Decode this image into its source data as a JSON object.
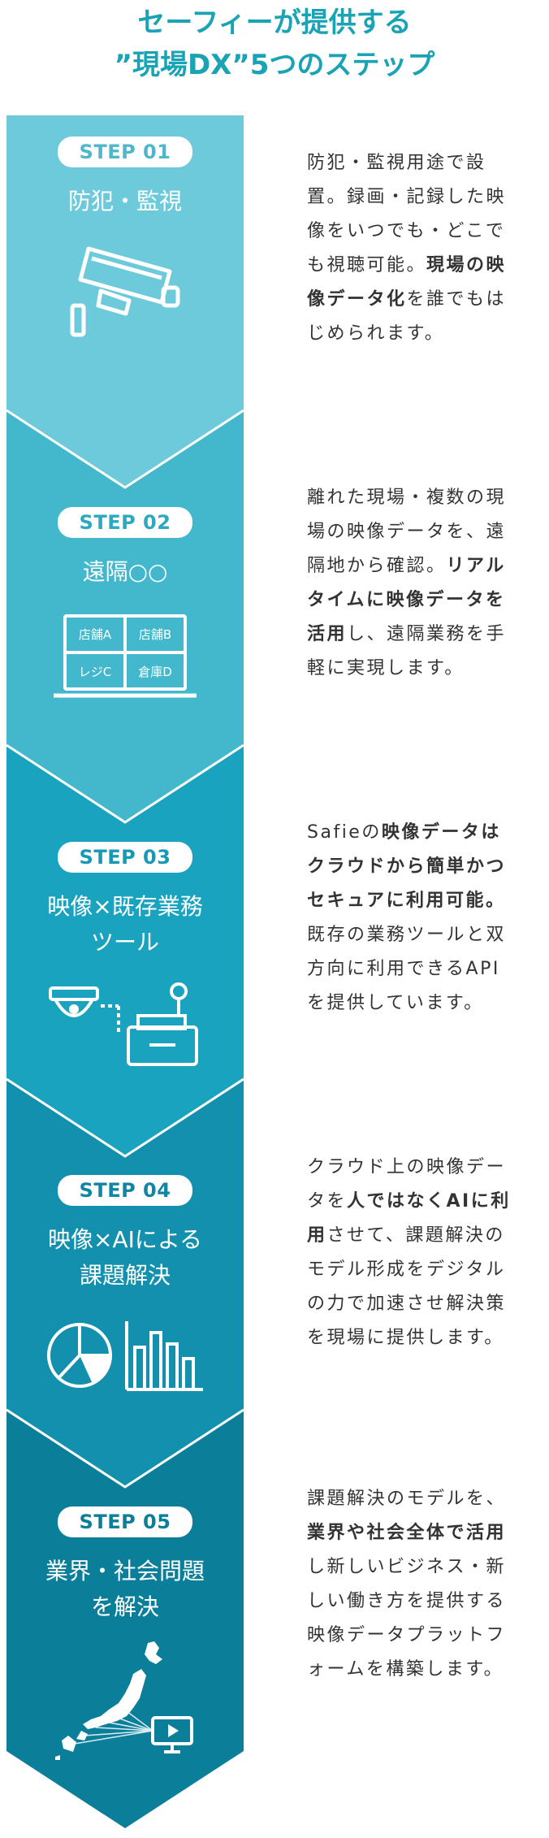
{
  "header": {
    "line1": "セーフィーが提供する",
    "line2": "”現場DX”5つのステップ"
  },
  "colors": {
    "title": "#1aa3b4",
    "band1": "#6ccadb",
    "band2": "#43b8cd",
    "band3": "#1aa3bf",
    "band4": "#1390ad",
    "band5": "#0b7f9a"
  },
  "steps": [
    {
      "badge": "STEP 01",
      "title_lines": [
        "防犯・監視"
      ],
      "icon": "security-camera-icon",
      "desc": [
        {
          "t": "防犯・監視用途で設置。録画・記録した映像をいつでも・どこでも視聴可能。"
        },
        {
          "t": "現場の映像データ化",
          "b": true
        },
        {
          "t": "を誰でもはじめられます。"
        }
      ]
    },
    {
      "badge": "STEP 02",
      "title_lines": [
        "遠隔○○"
      ],
      "icon": "multi-site-screen-icon",
      "icon_labels": [
        "店舗A",
        "店舗B",
        "レジC",
        "倉庫D"
      ],
      "desc": [
        {
          "t": "離れた現場・複数の現場の映像データを、遠隔地から確認。"
        },
        {
          "t": "リアルタイムに映像データを活用",
          "b": true
        },
        {
          "t": "し、遠隔業務を手軽に実現します。"
        }
      ]
    },
    {
      "badge": "STEP 03",
      "title_lines": [
        "映像×既存業務",
        "ツール"
      ],
      "icon": "camera-register-link-icon",
      "desc": [
        {
          "t": "Safieの"
        },
        {
          "t": "映像データはクラウドから簡単かつセキュアに利用可能。",
          "b": true
        },
        {
          "t": "既存の業務ツールと双方向に利用できるAPIを提供しています。"
        }
      ]
    },
    {
      "badge": "STEP 04",
      "title_lines": [
        "映像×AIによる",
        "課題解決"
      ],
      "icon": "analytics-chart-icon",
      "desc": [
        {
          "t": "クラウド上の映像データを"
        },
        {
          "t": "人ではなくAIに利用",
          "b": true
        },
        {
          "t": "させて、課題解決のモデル形成をデジタルの力で加速させ解決策を現場に提供します。"
        }
      ]
    },
    {
      "badge": "STEP 05",
      "title_lines": [
        "業界・社会問題",
        "を解決"
      ],
      "icon": "japan-map-monitor-icon",
      "desc": [
        {
          "t": "課題解決のモデルを、"
        },
        {
          "t": "業界や社会全体で活用",
          "b": true
        },
        {
          "t": "し新しいビジネス・新しい働き方を提供する映像データプラットフォームを構築します。"
        }
      ]
    }
  ]
}
